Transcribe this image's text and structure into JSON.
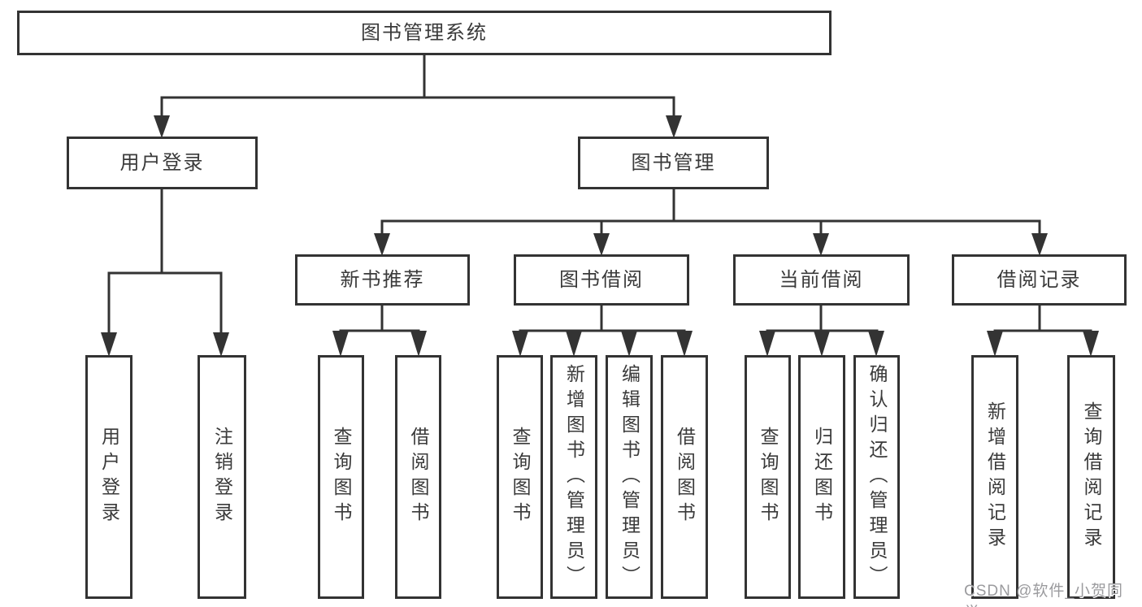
{
  "diagram": {
    "type": "hierarchy",
    "tree": {
      "label": "图书管理系统",
      "children": [
        {
          "label": "用户登录",
          "children": [
            {
              "label": "用户登录"
            },
            {
              "label": "注销登录"
            }
          ]
        },
        {
          "label": "图书管理",
          "children": [
            {
              "label": "新书推荐",
              "children": [
                {
                  "label": "查询图书"
                },
                {
                  "label": "借阅图书"
                }
              ]
            },
            {
              "label": "图书借阅",
              "children": [
                {
                  "label": "查询图书"
                },
                {
                  "label": "新增图书（管理员）"
                },
                {
                  "label": "编辑图书（管理员）"
                },
                {
                  "label": "借阅图书"
                }
              ]
            },
            {
              "label": "当前借阅",
              "children": [
                {
                  "label": "查询图书"
                },
                {
                  "label": "归还图书"
                },
                {
                  "label": "确认归还（管理员）"
                }
              ]
            },
            {
              "label": "借阅记录",
              "children": [
                {
                  "label": "新增借阅记录"
                },
                {
                  "label": "查询借阅记录"
                }
              ]
            }
          ]
        }
      ]
    },
    "colors": {
      "box_border": "#333333",
      "box_fill": "#ffffff",
      "connector": "#333333",
      "text": "#3a3a3a",
      "background": "#ffffff"
    }
  },
  "watermark": {
    "text": "CSDN @软件_小贺同学",
    "color": "#9b9b9e"
  }
}
